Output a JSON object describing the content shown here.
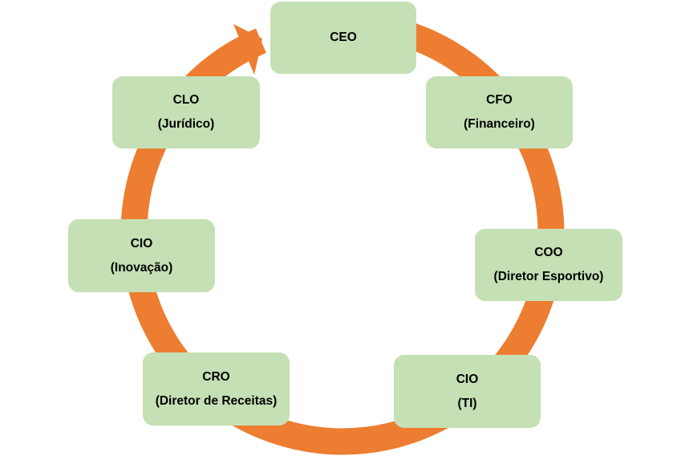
{
  "diagram": {
    "type": "cycle",
    "direction": "clockwise",
    "colors": {
      "node_fill": "#c5e0b4",
      "arrow": "#ed7d31",
      "text": "#000000"
    },
    "nodes": [
      {
        "id": "ceo",
        "title": "CEO",
        "subtitle": ""
      },
      {
        "id": "cfo",
        "title": "CFO",
        "subtitle": "(Financeiro)"
      },
      {
        "id": "coo",
        "title": "COO",
        "subtitle": "(Diretor Esportivo)"
      },
      {
        "id": "cio-ti",
        "title": "CIO",
        "subtitle": "(TI)"
      },
      {
        "id": "cro",
        "title": "CRO",
        "subtitle": "(Diretor de Receitas)"
      },
      {
        "id": "cio-inovacao",
        "title": "CIO",
        "subtitle": "(Inovação)"
      },
      {
        "id": "clo",
        "title": "CLO",
        "subtitle": "(Jurídico)"
      }
    ]
  }
}
